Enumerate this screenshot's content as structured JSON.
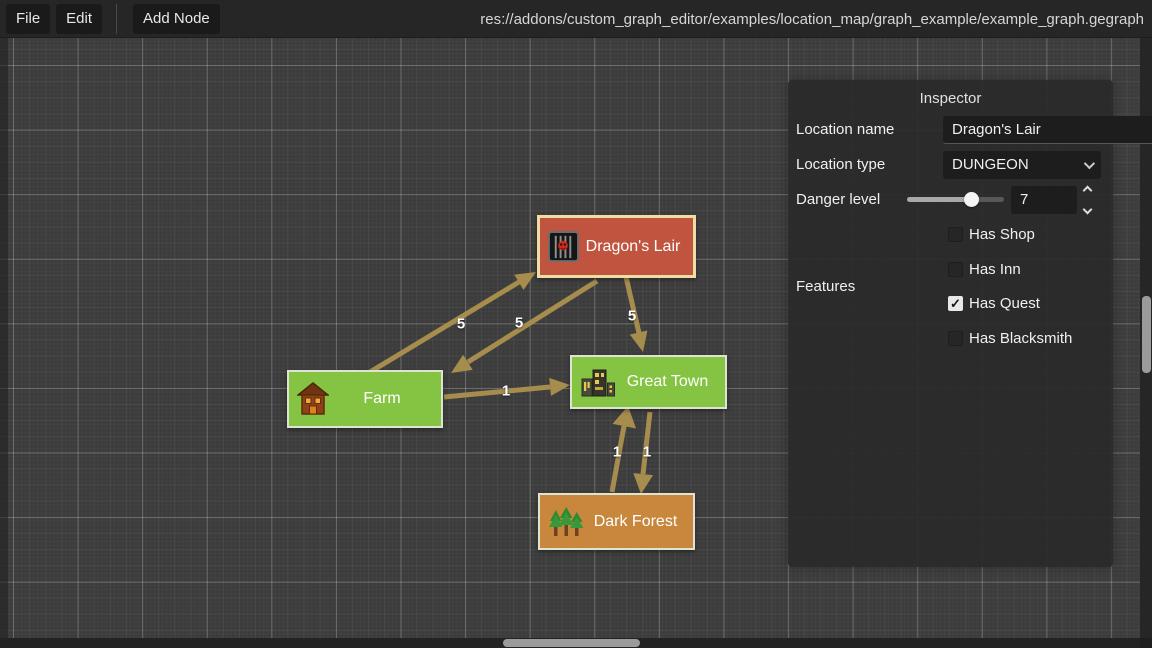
{
  "toolbar": {
    "file": "File",
    "edit": "Edit",
    "add_node": "Add Node",
    "path": "res://addons/custom_graph_editor/examples/location_map/graph_example/example_graph.gegraph"
  },
  "inspector": {
    "title": "Inspector",
    "location_name": {
      "label": "Location name",
      "value": "Dragon's Lair"
    },
    "location_type": {
      "label": "Location type",
      "value": "DUNGEON"
    },
    "danger_level": {
      "label": "Danger level",
      "value": "7",
      "slider_percent": 66
    },
    "features": {
      "label": "Features",
      "items": [
        {
          "label": "Has Shop",
          "checked": false
        },
        {
          "label": "Has Inn",
          "checked": false
        },
        {
          "label": "Has Quest",
          "checked": true
        },
        {
          "label": "Has Blacksmith",
          "checked": false
        }
      ]
    }
  },
  "graph": {
    "nodes": [
      {
        "id": "dragons_lair",
        "label": "Dragon's Lair",
        "icon": "dungeon-cage-icon",
        "color": "#c0543f",
        "selected": true
      },
      {
        "id": "farm",
        "label": "Farm",
        "icon": "farm-house-icon",
        "color": "#85c442",
        "selected": false
      },
      {
        "id": "great_town",
        "label": "Great Town",
        "icon": "town-buildings-icon",
        "color": "#85c442",
        "selected": false
      },
      {
        "id": "dark_forest",
        "label": "Dark Forest",
        "icon": "forest-trees-icon",
        "color": "#c8873c",
        "selected": false
      }
    ],
    "edges": [
      {
        "from": "Farm",
        "to": "Dragon's Lair",
        "label": "5"
      },
      {
        "from": "Dragon's Lair",
        "to": "Farm",
        "label": "5"
      },
      {
        "from": "Dragon's Lair",
        "to": "Great Town",
        "label": "5"
      },
      {
        "from": "Farm",
        "to": "Great Town",
        "label": "1"
      },
      {
        "from": "Dark Forest",
        "to": "Great Town",
        "label": "1"
      },
      {
        "from": "Great Town",
        "to": "Dark Forest",
        "label": "1"
      }
    ],
    "edge_color": "#a68d4d",
    "selection_color": "#f0dda6"
  },
  "icons": {
    "checkmark": "✓"
  }
}
